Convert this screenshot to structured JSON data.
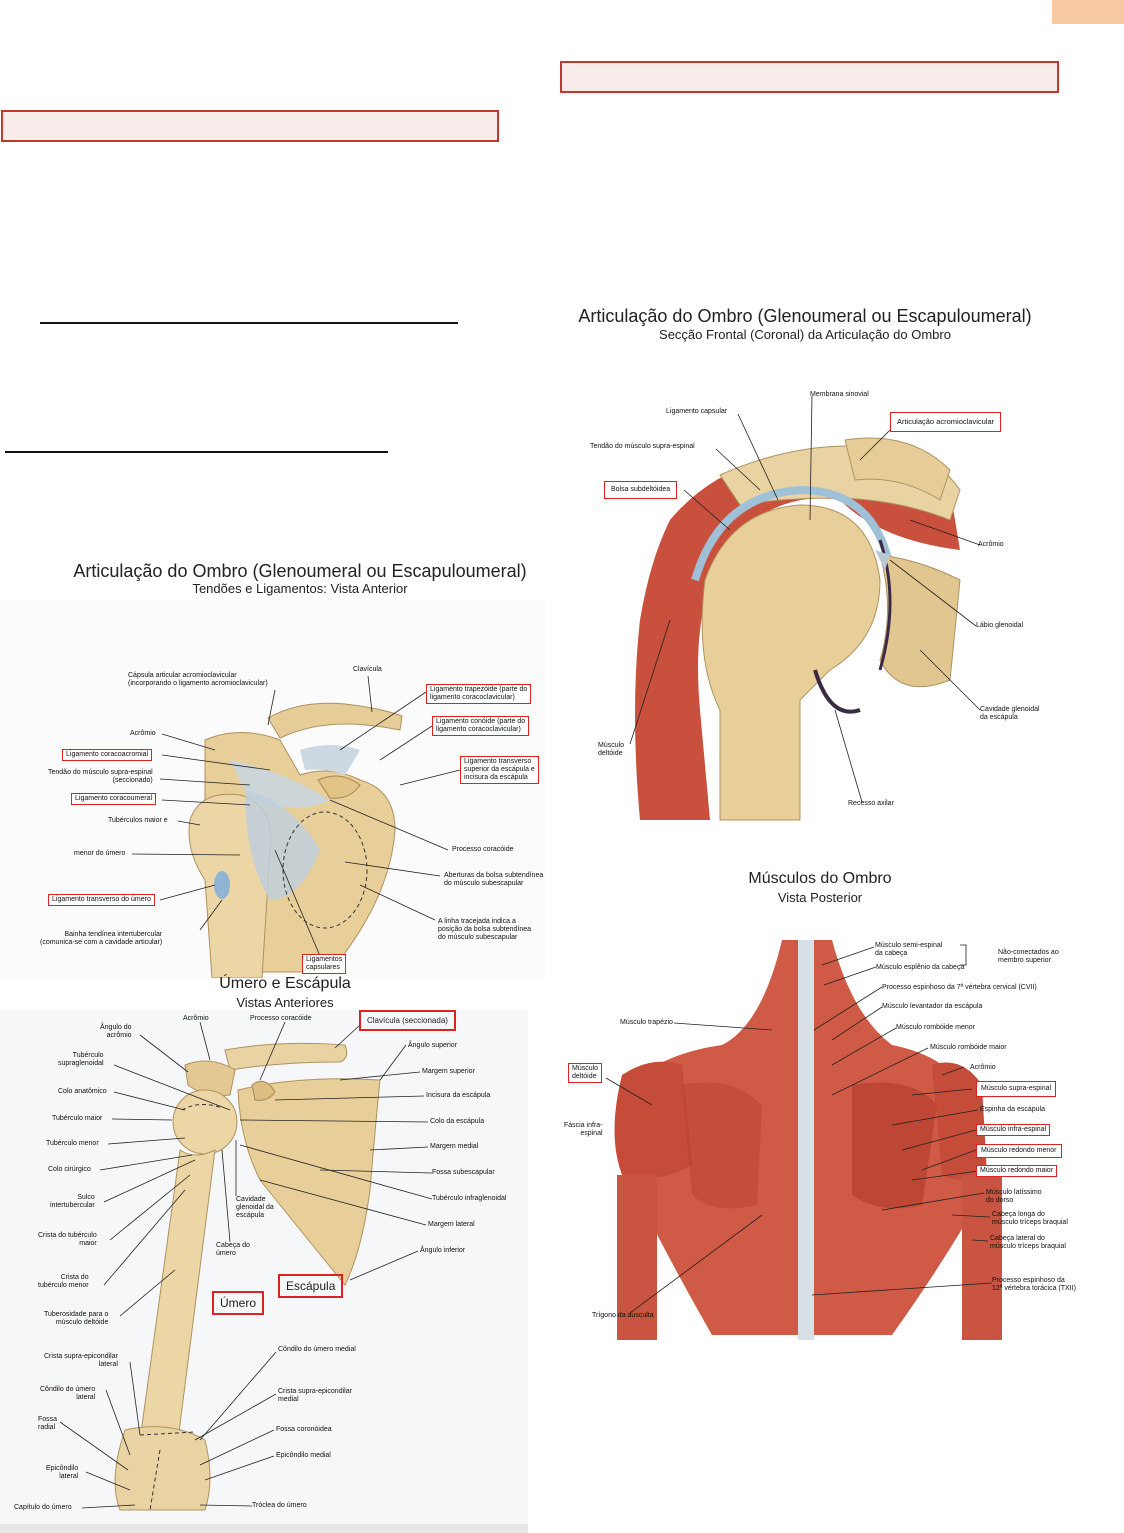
{
  "colors": {
    "accent_red": "#d22222",
    "tab": "#f6c9a3",
    "bone": "#e8cf9a",
    "muscle": "#c8503c",
    "cartilage": "#b9d3e0"
  },
  "fig1": {
    "title": "Articulação do Ombro (Glenoumeral ou Escapuloumeral)",
    "subtitle": "Tendões e Ligamentos: Vista Anterior",
    "labels": {
      "capsula": "Cápsula articular acromioclavicular\n(incorporando o ligamento acromioclavicular)",
      "clavicula": "Clavícula",
      "lig_trap": "Ligamento trapezóide (parte do\nligamento coracoclavicular)",
      "lig_conoide": "Ligamento conóide (parte do\nligamento coracoclavicular)",
      "acromio": "Acrômio",
      "lig_coracoacromial": "Ligamento coracoacromial",
      "tendao_supra": "Tendão do músculo supra-espinal\n(seccionado)",
      "lig_transverso_sup": "Ligamento transverso\nsuperior da escápula e\nincisura da escápula",
      "lig_coracoumeral": "Ligamento coracoumeral",
      "tub_maior": "Tubérculos maior e",
      "menor": "menor do úmero",
      "processo": "Processo coracóide",
      "aberturas": "Aberturas da bolsa subtendínea\ndo músculo subescapular",
      "lig_transverso_umero": "Ligamento transverso do úmero",
      "linha": "A linha tracejada indica a\nposição da bolsa subtendínea\ndo músculo subescapular",
      "bainha": "Bainha tendínea intertubercular\n(comunica-se com a cavidade articular)",
      "lig_capsulares": "Ligamentos\ncapsulares"
    }
  },
  "fig2": {
    "title": "Úmero e Escápula",
    "subtitle": "Vistas Anteriores",
    "labels": {
      "angulo_acromio": "Ângulo do\nacrômio",
      "acromio": "Acrômio",
      "processo": "Processo coracóide",
      "clavicula": "Clavícula (seccionada)",
      "angulo_sup": "Ângulo superior",
      "tub_supra": "Tubérculo\nsupraglenoidal",
      "margem_sup": "Margem superior",
      "colo_anat": "Colo anatômico",
      "incisura": "Incisura da escápula",
      "tub_maior": "Tubérculo maior",
      "colo_escapula": "Colo da escápula",
      "tub_menor": "Tubérculo menor",
      "margem_medial": "Margem medial",
      "colo_cir": "Colo cirúrgico",
      "fossa_sub": "Fossa subescapular",
      "sulco": "Sulco\nintertubercular",
      "tub_infra": "Tubérculo infraglenoidal",
      "cavidade": "Cavidade\nglenoidal da\nescápula",
      "margem_lat": "Margem lateral",
      "crista_maior": "Crista do tubérculo\nmaior",
      "cabeca": "Cabeça do\número",
      "angulo_inf": "Ângulo inferior",
      "escapula": "Escápula",
      "crista_menor": "Crista do\ntubérculo menor",
      "umero": "Úmero",
      "tuberosidade": "Tuberosidade para o\nmúsculo deltóide",
      "condilo_med": "Côndilo do úmero medial",
      "crista_lat": "Crista supra-epicondilar\nlateral",
      "condilo_lat": "Côndilo do úmero\nlateral",
      "crista_med": "Crista supra-epicondilar\nmedial",
      "fossa_radial": "Fossa\nradial",
      "fossa_coronoidea": "Fossa coronóidea",
      "epicondilo_med": "Epicôndilo medial",
      "epicondilo_lat": "Epicôndilo\nlateral",
      "capitulo": "Capítulo do úmero",
      "troclea": "Tróclea do úmero"
    }
  },
  "fig3": {
    "title": "Articulação do Ombro (Glenoumeral ou Escapuloumeral)",
    "subtitle": "Secção Frontal (Coronal) da Articulação do Ombro",
    "labels": {
      "membrana": "Membrana sinovial",
      "lig_capsular": "Ligamento capsular",
      "art_acromio": "Articulação acromioclavicular",
      "tendao": "Tendão do músculo supra-espinal",
      "bolsa": "Bolsa subdeltóidea",
      "acromio": "Acrômio",
      "labio": "Lábio glenoidal",
      "cavidade": "Cavidade glenoidal\nda escápula",
      "musculo_deltoide": "Músculo\ndeltóide",
      "recesso": "Recesso axilar"
    }
  },
  "fig4": {
    "title": "Músculos do Ombro",
    "subtitle": "Vista Posterior",
    "labels": {
      "semi": "Músculo semi-espinal\nda cabeça",
      "nao_conectados": "Não-conectados ao\nmembro superior",
      "esplenio": "Músculo esplênio da cabeça",
      "processo_cvii": "Processo espinhoso da 7ª vértebra cervical (CVII)",
      "levantador": "Músculo levantador da escápula",
      "trapezio": "Músculo trapézio",
      "romboide_menor": "Músculo rombóide menor",
      "romboide_maior": "Músculo rombóide maior",
      "deltoide": "Músculo\ndeltóide",
      "acromio": "Acrômio",
      "supra": "Músculo supra-espinal",
      "fascia": "Fáscia infra-\nespinal",
      "espinha": "Espinha da escápula",
      "infra": "Músculo infra-espinal",
      "redondo_menor": "Músculo redondo menor",
      "redondo_maior": "Músculo redondo maior",
      "latissimo": "Músculo latíssimo\ndo dorso",
      "cabeca_longa": "Cabeça longa do\nmúsculo tríceps braquial",
      "cabeca_lateral": "Cabeça lateral do\nmúsculo tríceps braquial",
      "processo_txii": "Processo espinhoso da\n12ª vértebra torácica (TXII)",
      "trigono": "Trígono da ausculta"
    }
  }
}
